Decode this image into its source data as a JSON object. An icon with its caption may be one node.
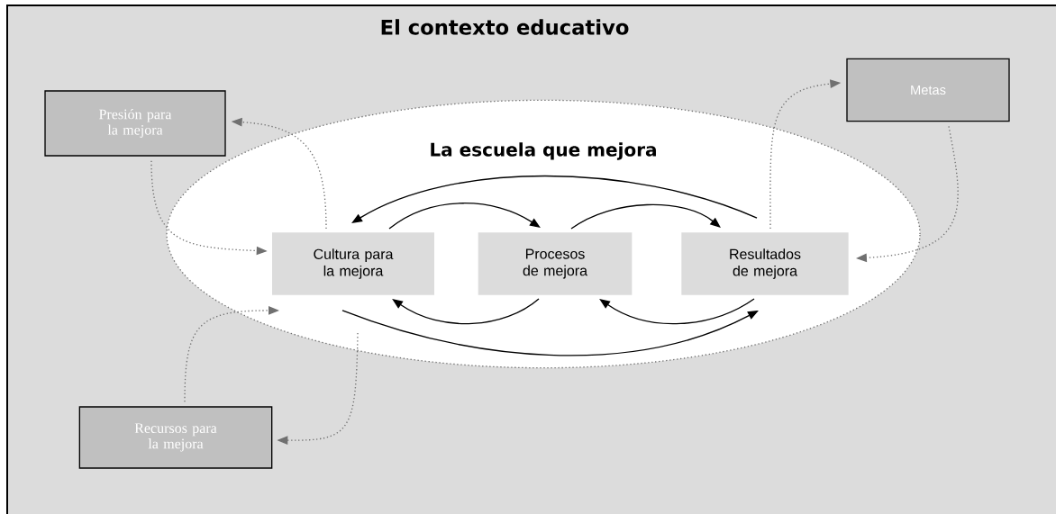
{
  "diagram": {
    "title": "El contexto educativo",
    "nodes": [
      {
        "text": [
          "Metas"
        ]
      },
      {
        "text": [
          "Presión para la mejora"
        ]
      },
      {
        "text": [
          "La escuela que mejora"
        ]
      },
      {
        "text": [
          "Cultura para la mejora"
        ],
        "in": 2
      },
      {
        "text": [
          "Procesos de mejora"
        ],
        "in": 2
      },
      {
        "text": [
          "Resultados de mejora"
        ],
        "in": 2
      },
      {
        "text": [
          "Recursos para la mejora"
        ]
      }
    ],
    "edges": [
      {
        "from": 3,
        "to": 1,
        "arrow": "to",
        "style": "dashed",
        "color": "#707070"
      },
      {
        "from": 1,
        "to": 3,
        "arrow": "to",
        "style": "dashed",
        "color": "#707070"
      },
      {
        "from": 3,
        "to": 4,
        "arrow": "to",
        "color": "#000000"
      },
      {
        "from": 4,
        "to": 5,
        "arrow": "to",
        "color": "#000000"
      },
      {
        "from": 5,
        "to": 3,
        "arrow": "to",
        "color": "#000000"
      },
      {
        "from": 4,
        "to": 3,
        "arrow": "to",
        "color": "#000000"
      },
      {
        "from": 5,
        "to": 4,
        "arrow": "to",
        "color": "#000000"
      },
      {
        "from": 3,
        "to": 5,
        "arrow": "to",
        "color": "#000000"
      },
      {
        "from": 5,
        "to": 0,
        "arrow": "to",
        "style": "dashed",
        "color": "#707070"
      },
      {
        "from": 0,
        "to": 5,
        "arrow": "to",
        "style": "dashed",
        "color": "#707070"
      },
      {
        "from": 6,
        "to": 3,
        "arrow": "to",
        "style": "dashed",
        "color": "#707070"
      },
      {
        "from": 3,
        "to": 6,
        "arrow": "to",
        "style": "dashed",
        "color": "#707070"
      }
    ]
  }
}
